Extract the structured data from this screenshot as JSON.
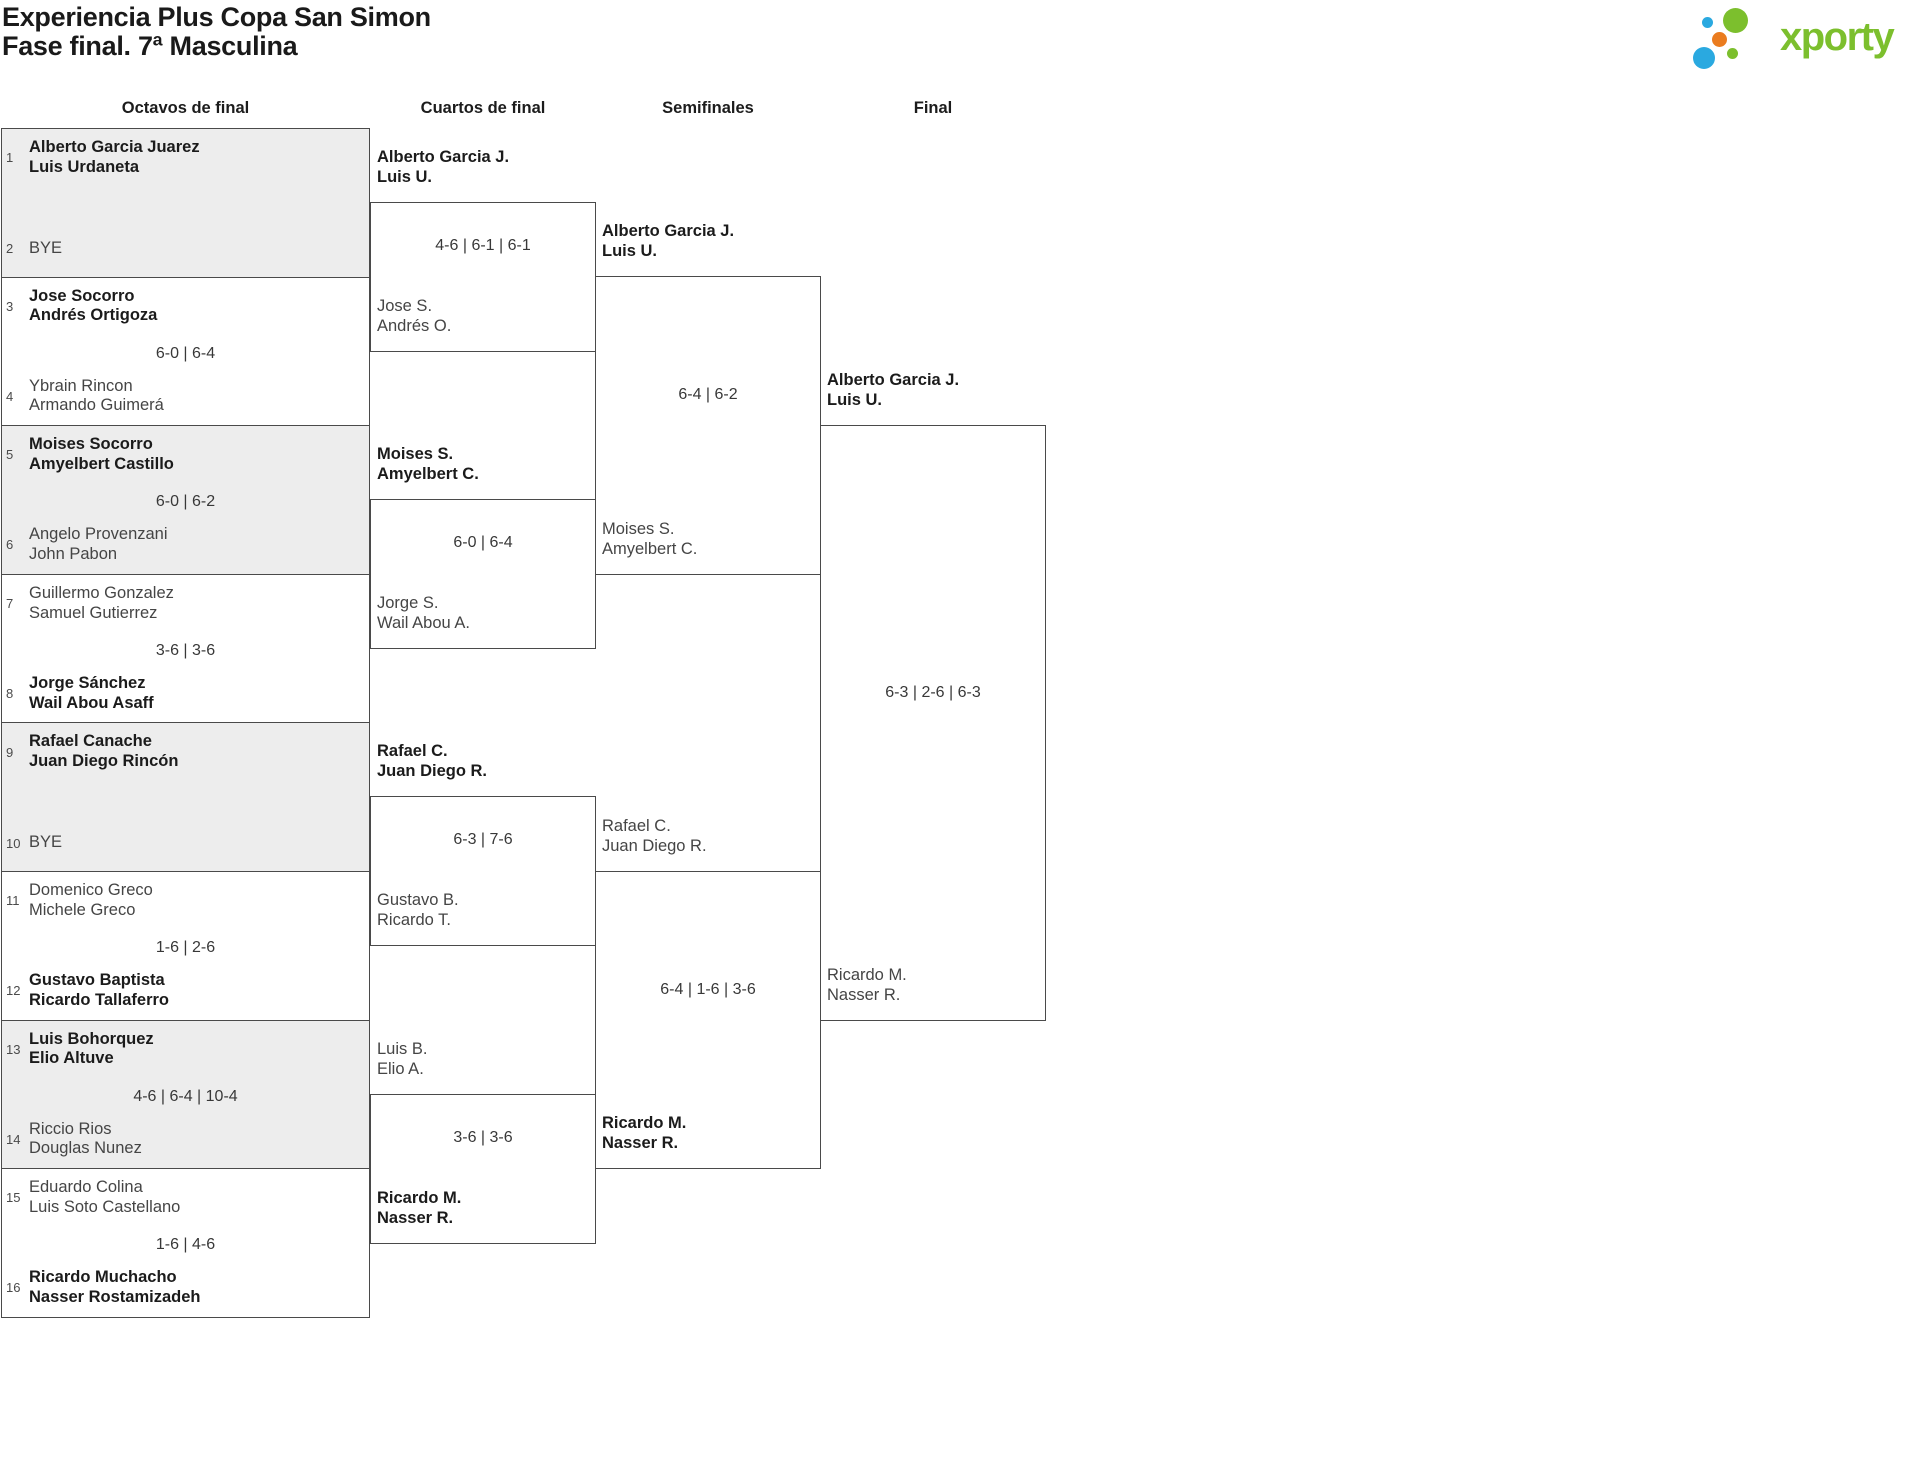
{
  "header": {
    "title": "Experiencia Plus Copa San Simon",
    "subtitle": "Fase final. 7ª Masculina"
  },
  "logo": {
    "text": "xporty",
    "green": "#7cbf2d",
    "blue": "#2aa9e0",
    "orange": "#ea7c1f"
  },
  "round_headers": [
    "Octavos de final",
    "Cuartos de final",
    "Semifinales",
    "Final"
  ],
  "octavos": [
    {
      "score": "",
      "team1": {
        "seed": "1",
        "line1": "Alberto Garcia Juarez",
        "line2": "Luis Urdaneta",
        "winner": true
      },
      "team2": {
        "seed": "2",
        "line1": "BYE",
        "line2": "",
        "winner": false
      }
    },
    {
      "score": "6-0 | 6-4",
      "team1": {
        "seed": "3",
        "line1": "Jose Socorro",
        "line2": "Andrés Ortigoza",
        "winner": true
      },
      "team2": {
        "seed": "4",
        "line1": "Ybrain Rincon",
        "line2": "Armando Guimerá",
        "winner": false
      }
    },
    {
      "score": "6-0 | 6-2",
      "team1": {
        "seed": "5",
        "line1": "Moises Socorro",
        "line2": "Amyelbert Castillo",
        "winner": true
      },
      "team2": {
        "seed": "6",
        "line1": "Angelo Provenzani",
        "line2": "John Pabon",
        "winner": false
      }
    },
    {
      "score": "3-6 | 3-6",
      "team1": {
        "seed": "7",
        "line1": "Guillermo Gonzalez",
        "line2": "Samuel Gutierrez",
        "winner": false
      },
      "team2": {
        "seed": "8",
        "line1": "Jorge Sánchez",
        "line2": "Wail Abou Asaff",
        "winner": true
      }
    },
    {
      "score": "",
      "team1": {
        "seed": "9",
        "line1": "Rafael Canache",
        "line2": "Juan Diego Rincón",
        "winner": true
      },
      "team2": {
        "seed": "10",
        "line1": "BYE",
        "line2": "",
        "winner": false
      }
    },
    {
      "score": "1-6 | 2-6",
      "team1": {
        "seed": "11",
        "line1": "Domenico Greco",
        "line2": "Michele Greco",
        "winner": false
      },
      "team2": {
        "seed": "12",
        "line1": "Gustavo Baptista",
        "line2": "Ricardo Tallaferro",
        "winner": true
      }
    },
    {
      "score": "4-6 | 6-4 | 10-4",
      "team1": {
        "seed": "13",
        "line1": "Luis Bohorquez",
        "line2": "Elio Altuve",
        "winner": true
      },
      "team2": {
        "seed": "14",
        "line1": "Riccio Rios",
        "line2": "Douglas Nunez",
        "winner": false
      }
    },
    {
      "score": "1-6 | 4-6",
      "team1": {
        "seed": "15",
        "line1": "Eduardo Colina",
        "line2": "Luis Soto Castellano",
        "winner": false
      },
      "team2": {
        "seed": "16",
        "line1": "Ricardo Muchacho",
        "line2": "Nasser Rostamizadeh",
        "winner": true
      }
    }
  ],
  "cuartos": [
    {
      "score": "4-6 | 6-1 | 6-1",
      "team1": {
        "line1": "Alberto Garcia J.",
        "line2": "Luis U.",
        "winner": true
      },
      "team2": {
        "line1": "Jose S.",
        "line2": "Andrés O.",
        "winner": false
      }
    },
    {
      "score": "6-0 | 6-4",
      "team1": {
        "line1": "Moises S.",
        "line2": "Amyelbert C.",
        "winner": true
      },
      "team2": {
        "line1": "Jorge S.",
        "line2": "Wail Abou A.",
        "winner": false
      }
    },
    {
      "score": "6-3 | 7-6",
      "team1": {
        "line1": "Rafael C.",
        "line2": "Juan Diego R.",
        "winner": true
      },
      "team2": {
        "line1": "Gustavo B.",
        "line2": "Ricardo T.",
        "winner": false
      }
    },
    {
      "score": "3-6 | 3-6",
      "team1": {
        "line1": "Luis B.",
        "line2": "Elio A.",
        "winner": false
      },
      "team2": {
        "line1": "Ricardo M.",
        "line2": "Nasser R.",
        "winner": true
      }
    }
  ],
  "semifinales": [
    {
      "score": "6-4 | 6-2",
      "team1": {
        "line1": "Alberto Garcia J.",
        "line2": "Luis U.",
        "winner": true
      },
      "team2": {
        "line1": "Moises S.",
        "line2": "Amyelbert C.",
        "winner": false
      }
    },
    {
      "score": "6-4 | 1-6 | 3-6",
      "team1": {
        "line1": "Rafael C.",
        "line2": "Juan Diego R.",
        "winner": false
      },
      "team2": {
        "line1": "Ricardo M.",
        "line2": "Nasser R.",
        "winner": true
      }
    }
  ],
  "final": [
    {
      "score": "6-3 | 2-6 | 6-3",
      "team1": {
        "line1": "Alberto Garcia J.",
        "line2": "Luis U.",
        "winner": true
      },
      "team2": {
        "line1": "Ricardo M.",
        "line2": "Nasser R.",
        "winner": false
      }
    }
  ]
}
